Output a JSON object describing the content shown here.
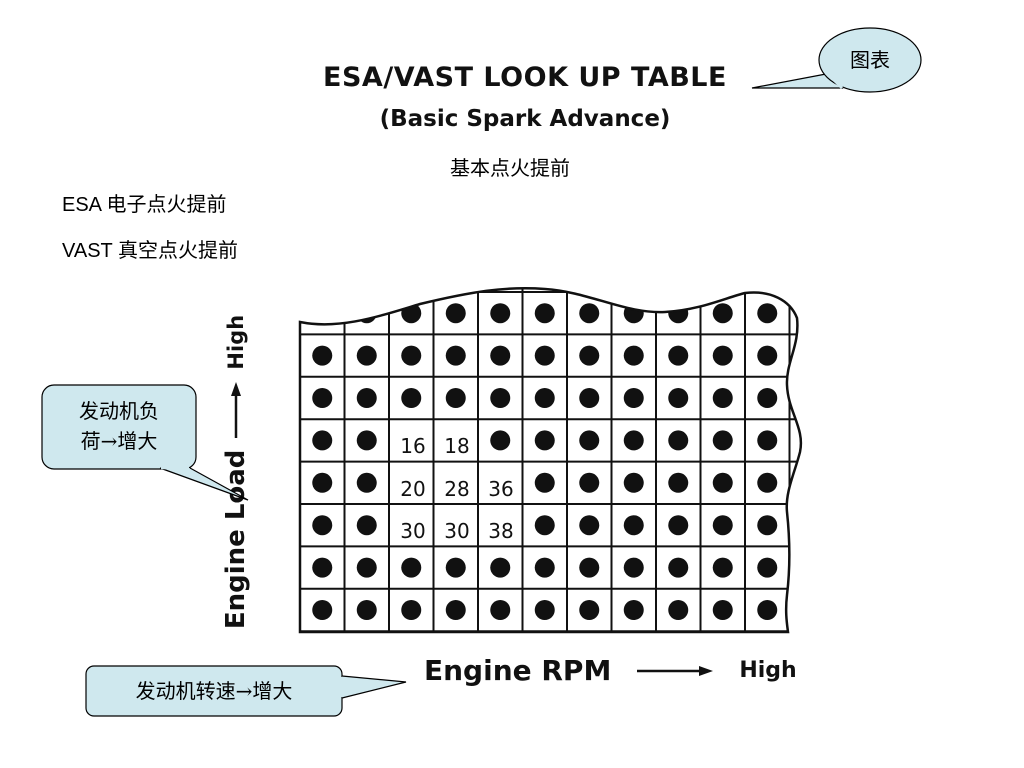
{
  "figure": {
    "title": "ESA/VAST LOOK UP TABLE",
    "subtitle": "(Basic Spark Advance)",
    "title_cn": "基本点火提前"
  },
  "notes": [
    {
      "abbr": "ESA",
      "text": "电子点火提前"
    },
    {
      "abbr": "VAST",
      "text": "真空点火提前"
    }
  ],
  "axes": {
    "y": {
      "label": "Engine Load",
      "high": "High"
    },
    "x": {
      "label": "Engine RPM",
      "high": "High"
    }
  },
  "table": {
    "rows": 8,
    "cols": 11,
    "values": [
      {
        "row": 3,
        "col": 2,
        "value": "16"
      },
      {
        "row": 3,
        "col": 3,
        "value": "18"
      },
      {
        "row": 4,
        "col": 2,
        "value": "20"
      },
      {
        "row": 4,
        "col": 3,
        "value": "28"
      },
      {
        "row": 4,
        "col": 4,
        "value": "36"
      },
      {
        "row": 5,
        "col": 2,
        "value": "30"
      },
      {
        "row": 5,
        "col": 3,
        "value": "30"
      },
      {
        "row": 5,
        "col": 4,
        "value": "38"
      }
    ]
  },
  "callouts": {
    "chart": "图表",
    "load": [
      "发动机负",
      "荷→增大"
    ],
    "rpm": "发动机转速→增大"
  },
  "colors": {
    "callout_fill": "#cfe8ee",
    "callout_stroke": "#000000",
    "ink": "#111111"
  }
}
